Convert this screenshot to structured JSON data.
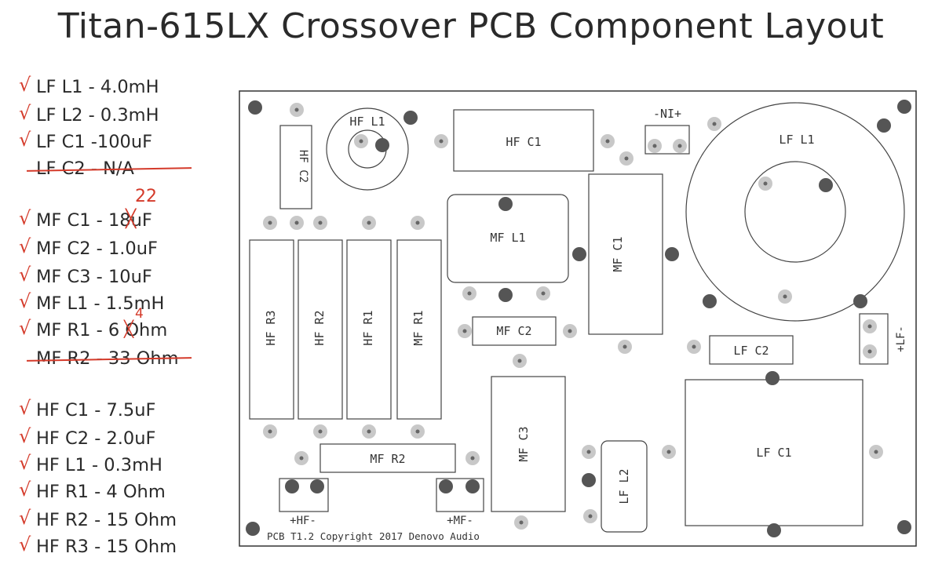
{
  "title": "Titan-615LX Crossover PCB Component Layout",
  "bom": [
    {
      "label": "LF L1 - 4.0mH",
      "checked": true,
      "struck": false
    },
    {
      "label": "LF L2 - 0.3mH",
      "checked": true,
      "struck": false
    },
    {
      "label": "LF C1 -100uF",
      "checked": true,
      "struck": false
    },
    {
      "label": "LF C2 - N/A",
      "checked": false,
      "struck": true
    },
    {
      "label": "MF C1 - 18uF",
      "checked": true,
      "struck": false,
      "correction": "22"
    },
    {
      "label": "MF C2 - 1.0uF",
      "checked": true,
      "struck": false
    },
    {
      "label": "MF C3 - 10uF",
      "checked": true,
      "struck": false
    },
    {
      "label": "MF L1 - 1.5mH",
      "checked": true,
      "struck": false
    },
    {
      "label": "MF R1 - 6 Ohm",
      "checked": true,
      "struck": false,
      "correction": "4"
    },
    {
      "label": "MF R2 - 33 Ohm",
      "checked": false,
      "struck": true
    },
    {
      "label": "HF C1 - 7.5uF",
      "checked": true,
      "struck": false
    },
    {
      "label": "HF C2 - 2.0uF",
      "checked": true,
      "struck": false
    },
    {
      "label": "HF L1 - 0.3mH",
      "checked": true,
      "struck": false
    },
    {
      "label": "HF R1 - 4 Ohm",
      "checked": true,
      "struck": false
    },
    {
      "label": "HF R2 - 15 Ohm",
      "checked": true,
      "struck": false
    },
    {
      "label": "HF R3 - 15 Ohm",
      "checked": true,
      "struck": false
    }
  ],
  "pcb": {
    "footer": "PCB T1.2 Copyright 2017 Denovo Audio",
    "labels": {
      "hf_l1": "HF L1",
      "hf_c2": "HF C2",
      "hf_c1": "HF C1",
      "ni": "-NI+",
      "lf_l1": "LF L1",
      "mf_l1": "MF L1",
      "mf_c1": "MF C1",
      "hf_r3": "HF R3",
      "hf_r2": "HF R2",
      "hf_r1": "HF R1",
      "mf_r1": "MF R1",
      "mf_c2": "MF C2",
      "lf_c2": "LF C2",
      "lf_term": "+LF-",
      "mf_c3": "MF C3",
      "lf_c1": "LF C1",
      "mf_r2": "MF R2",
      "lf_l2": "LF L2",
      "hf_term": "+HF-",
      "mf_term": "+MF-"
    }
  },
  "colors": {
    "ink": "#2a2a2a",
    "pen": "#d43a2a",
    "pad": "#c8c8c8",
    "hole": "#555555"
  }
}
